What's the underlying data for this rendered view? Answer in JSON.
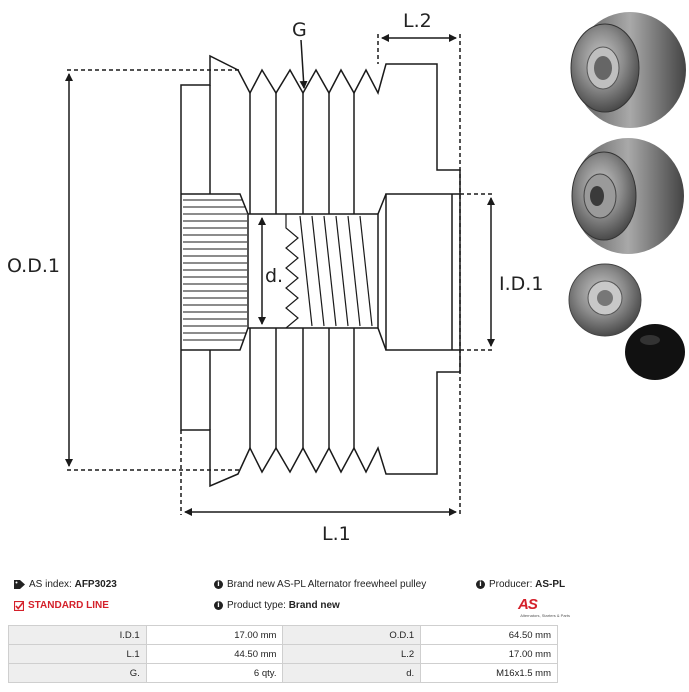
{
  "diagram": {
    "labels": {
      "g": "G",
      "l2": "L.2",
      "od1": "O.D.1",
      "d": "d.",
      "id1": "I.D.1",
      "l1": "L.1"
    }
  },
  "info": {
    "as_index_label": "AS index:",
    "as_index_value": "AFP3023",
    "description": "Brand new AS-PL Alternator freewheel pulley",
    "producer_label": "Producer:",
    "producer_value": "AS-PL",
    "standard_line": "STANDARD LINE",
    "product_type_label": "Product type:",
    "product_type_value": "Brand new"
  },
  "logo": {
    "mark": "AS",
    "tagline": "Alternators, Starters & Parts"
  },
  "specs": [
    {
      "label1": "I.D.1",
      "value1": "17.00 mm",
      "label2": "O.D.1",
      "value2": "64.50 mm"
    },
    {
      "label1": "L.1",
      "value1": "44.50 mm",
      "label2": "L.2",
      "value2": "17.00 mm"
    },
    {
      "label1": "G.",
      "value1": "6 qty.",
      "label2": "d.",
      "value2": "M16x1.5 mm"
    }
  ],
  "icons": [
    "tag-icon",
    "info-icon",
    "checkbox-icon"
  ],
  "colors": {
    "accent": "#d4202a",
    "line": "#1a1a1a",
    "table_label_bg": "#eeeeee"
  }
}
